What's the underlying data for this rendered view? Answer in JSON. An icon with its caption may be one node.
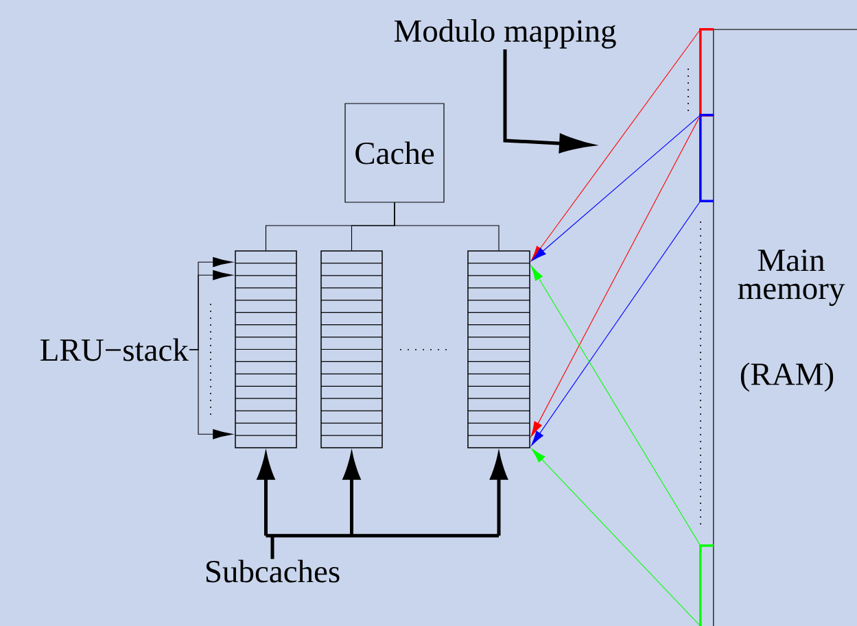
{
  "diagram": {
    "nodes": [
      {
        "text": [
          "Cache"
        ]
      },
      {
        "text": [],
        "shape": "box"
      },
      {
        "text": [],
        "shape": "box"
      },
      {
        "text": [],
        "shape": "box"
      },
      {
        "text": [
          "Main memory",
          "(RAM)"
        ]
      },
      {
        "text": [],
        "shape": "bar"
      },
      {
        "text": [],
        "shape": "bar"
      },
      {
        "text": [],
        "shape": "bar"
      },
      {
        "text": [
          "LRU−stack"
        ]
      },
      {
        "text": [
          "Subcaches"
        ]
      },
      {
        "text": [
          "Modulo mapping"
        ]
      }
    ],
    "edges": [
      {
        "from": 0,
        "to": 1,
        "arrow": "none"
      },
      {
        "from": 0,
        "to": 2,
        "arrow": "none"
      },
      {
        "from": 0,
        "to": 3,
        "arrow": "none"
      },
      {
        "from": 8,
        "to": 1,
        "arrow": "to"
      },
      {
        "from": 8,
        "to": 1,
        "arrow": "to"
      },
      {
        "from": 8,
        "to": 1,
        "arrow": "to"
      },
      {
        "from": 9,
        "to": 1,
        "arrow": "to",
        "style": "thick"
      },
      {
        "from": 9,
        "to": 2,
        "arrow": "to",
        "style": "thick"
      },
      {
        "from": 9,
        "to": 3,
        "arrow": "to",
        "style": "thick"
      },
      {
        "from": 10,
        "to": null,
        "arrow": "to",
        "style": "thick"
      },
      {
        "from": 5,
        "to": 3,
        "arrow": "to",
        "color": "#ff0000"
      },
      {
        "from": 5,
        "to": 3,
        "arrow": "to",
        "color": "#ff0000"
      },
      {
        "from": 6,
        "to": 3,
        "arrow": "to",
        "color": "#0000ff"
      },
      {
        "from": 6,
        "to": 3,
        "arrow": "to",
        "color": "#0000ff"
      },
      {
        "from": 7,
        "to": 3,
        "arrow": "to",
        "color": "#00ff00"
      },
      {
        "from": 7,
        "to": 3,
        "arrow": "to",
        "color": "#00ff00"
      }
    ]
  }
}
